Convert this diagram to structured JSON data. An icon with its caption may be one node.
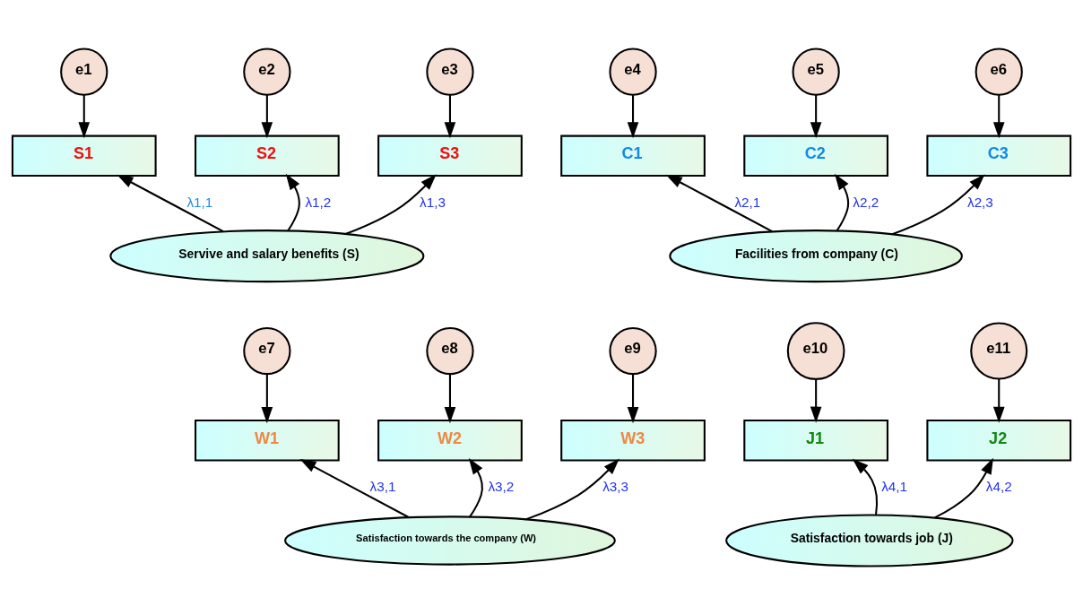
{
  "diagram": {
    "nodes": [
      {
        "text": [
          "e1"
        ]
      },
      {
        "text": [
          "e2"
        ]
      },
      {
        "text": [
          "e3"
        ]
      },
      {
        "text": [
          "e4"
        ]
      },
      {
        "text": [
          "e5"
        ]
      },
      {
        "text": [
          "e6"
        ]
      },
      {
        "text": [
          "S1"
        ]
      },
      {
        "text": [
          "S2"
        ]
      },
      {
        "text": [
          "S3"
        ]
      },
      {
        "text": [
          "C1"
        ]
      },
      {
        "text": [
          "C2"
        ]
      },
      {
        "text": [
          "C3"
        ]
      },
      {
        "text": [
          "Servive and salary benefits (S)"
        ]
      },
      {
        "text": [
          "Facilities from company (C)"
        ]
      },
      {
        "text": [
          "e7"
        ]
      },
      {
        "text": [
          "e8"
        ]
      },
      {
        "text": [
          "e9"
        ]
      },
      {
        "text": [
          "e10"
        ]
      },
      {
        "text": [
          "e11"
        ]
      },
      {
        "text": [
          "W1"
        ]
      },
      {
        "text": [
          "W2"
        ]
      },
      {
        "text": [
          "W3"
        ]
      },
      {
        "text": [
          "J1"
        ]
      },
      {
        "text": [
          "J2"
        ]
      },
      {
        "text": [
          "Satisfaction towards the company (W)"
        ]
      },
      {
        "text": [
          "Satisfaction towards job (J)"
        ]
      }
    ],
    "edges": [
      {
        "from": 0,
        "to": 6,
        "arrow": "to"
      },
      {
        "from": 1,
        "to": 7,
        "arrow": "to"
      },
      {
        "from": 2,
        "to": 8,
        "arrow": "to"
      },
      {
        "from": 3,
        "to": 9,
        "arrow": "to"
      },
      {
        "from": 4,
        "to": 10,
        "arrow": "to"
      },
      {
        "from": 5,
        "to": 11,
        "arrow": "to"
      },
      {
        "from": 12,
        "to": 6,
        "arrow": "to",
        "label": "λ1,1"
      },
      {
        "from": 12,
        "to": 7,
        "arrow": "to",
        "label": "λ1,2"
      },
      {
        "from": 12,
        "to": 8,
        "arrow": "to",
        "label": "λ1,3"
      },
      {
        "from": 13,
        "to": 9,
        "arrow": "to",
        "label": "λ2,1"
      },
      {
        "from": 13,
        "to": 10,
        "arrow": "to",
        "label": "λ2,2"
      },
      {
        "from": 13,
        "to": 11,
        "arrow": "to",
        "label": "λ2,3"
      },
      {
        "from": 14,
        "to": 19,
        "arrow": "to"
      },
      {
        "from": 15,
        "to": 20,
        "arrow": "to"
      },
      {
        "from": 16,
        "to": 21,
        "arrow": "to"
      },
      {
        "from": 17,
        "to": 22,
        "arrow": "to"
      },
      {
        "from": 18,
        "to": 23,
        "arrow": "to"
      },
      {
        "from": 24,
        "to": 19,
        "arrow": "to",
        "label": "λ3,1"
      },
      {
        "from": 24,
        "to": 20,
        "arrow": "to",
        "label": "λ3,2"
      },
      {
        "from": 24,
        "to": 21,
        "arrow": "to",
        "label": "λ3,3"
      },
      {
        "from": 25,
        "to": 22,
        "arrow": "to",
        "label": "λ4,1"
      },
      {
        "from": 25,
        "to": 23,
        "arrow": "to",
        "label": "λ4,2"
      }
    ]
  }
}
